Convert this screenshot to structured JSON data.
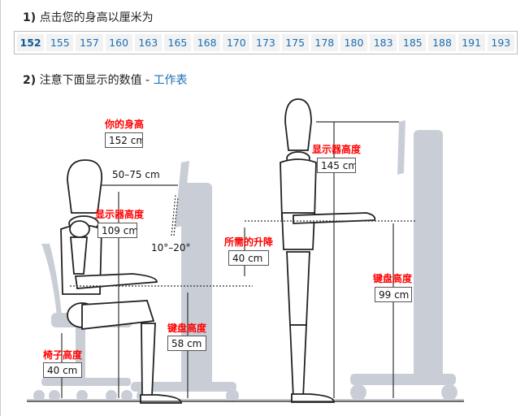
{
  "step1": {
    "number": "1)",
    "text": "点击您的身高以厘米为"
  },
  "heights": [
    "152",
    "155",
    "157",
    "160",
    "163",
    "165",
    "168",
    "170",
    "173",
    "175",
    "178",
    "180",
    "183",
    "185",
    "188",
    "191",
    "193"
  ],
  "selected_height": "152",
  "step2": {
    "number": "2)",
    "text": "注意下面显示的数值 -",
    "link": "工作表"
  },
  "diagram": {
    "your_height_label": "你的身高",
    "your_height_value": "152 cm",
    "distance_value": "50–75 cm",
    "sit_monitor_label": "显示器高度",
    "sit_monitor_value": "109 cm",
    "angle_value": "10°–20°",
    "lift_label": "所需的升降",
    "lift_value": "40 cm",
    "stand_monitor_label": "显示器高度",
    "stand_monitor_value": "145 cm",
    "stand_keyboard_label": "键盘高度",
    "stand_keyboard_value": "99 cm",
    "sit_keyboard_label": "键盘高度",
    "sit_keyboard_value": "58 cm",
    "chair_label": "椅子高度",
    "chair_value": "40 cm"
  }
}
